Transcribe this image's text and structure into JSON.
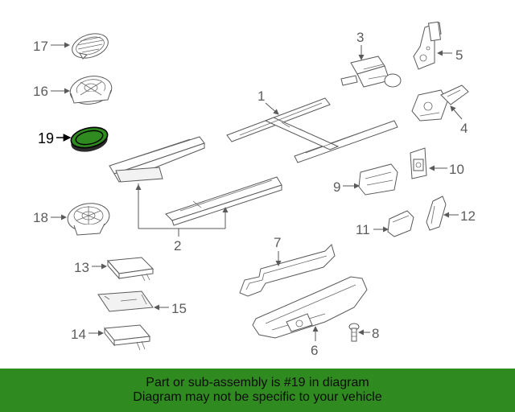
{
  "callouts": {
    "c1": "1",
    "c2": "2",
    "c3": "3",
    "c4": "4",
    "c5": "5",
    "c6": "6",
    "c7": "7",
    "c8": "8",
    "c9": "9",
    "c10": "10",
    "c11": "11",
    "c12": "12",
    "c13": "13",
    "c14": "14",
    "c15": "15",
    "c16": "16",
    "c17": "17",
    "c18": "18",
    "c19": "19"
  },
  "highlight": {
    "part_number": "19",
    "color": "#2f8a1f"
  },
  "banner": {
    "line1": "Part or sub-assembly is #19 in diagram",
    "line2": "Diagram may not be specific to your vehicle",
    "background": "#2f8a1f"
  }
}
